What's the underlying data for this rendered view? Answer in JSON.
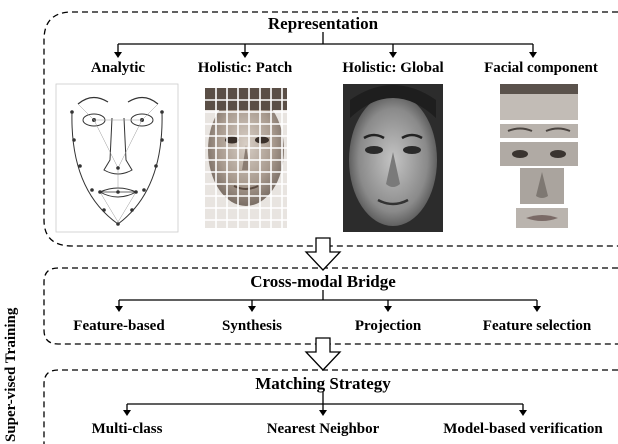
{
  "sections": {
    "representation": {
      "title": "Representation",
      "items": [
        "Analytic",
        "Holistic: Patch",
        "Holistic: Global",
        "Facial component"
      ]
    },
    "bridge": {
      "title": "Cross-modal Bridge",
      "items": [
        "Feature-based",
        "Synthesis",
        "Projection",
        "Feature selection"
      ]
    },
    "matching": {
      "title": "Matching Strategy",
      "items": [
        "Multi-class",
        "Nearest Neighbor",
        "Model-based verification"
      ]
    }
  },
  "side_label": "Super-vised Training",
  "images": [
    "analytic-landmark-face",
    "patch-grid-face",
    "global-face-photo",
    "facial-component-strips"
  ]
}
